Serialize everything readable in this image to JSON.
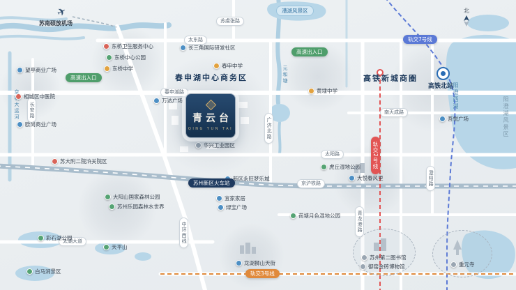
{
  "project": {
    "name": "青云台",
    "name_en": "QING YUN TAI"
  },
  "compass": "北",
  "icons": {
    "airport": "✈"
  },
  "airport_label": "苏南硕放机场",
  "area_titles": {
    "cbd": "春申湖中心商务区",
    "hsr": "高铁新城商圈"
  },
  "zone_pills": {
    "caohu": "漕湖风景区",
    "expressway_1": "高速出入口",
    "expressway_2": "高速出入口"
  },
  "stations": {
    "hsr_north": "高铁北站",
    "xinqu_railway": "苏州新区火车站"
  },
  "metro": {
    "line2": "轨交2号线",
    "line3": "轨交3号线",
    "line7": "轨交7号线"
  },
  "roads": {
    "taidong": "太东路",
    "suyuzhang": "苏虞张路",
    "chunshenhu": "春申湖路",
    "taiyang": "太阳路",
    "nantiancheng": "南天成路",
    "taihu": "太湖大道",
    "jinghu_railway": "京沪铁路",
    "changan": "长安路",
    "zhonghuanxi": "中环西线",
    "guangjibei": "广济北路",
    "qinglonggang": "青龙港路",
    "chengyang": "澄阳路"
  },
  "waters": {
    "yangcheng_west": "阳澄西湖",
    "yangcheng_scenic": "阳澄湖风景区",
    "yuanhetang": "元和塘",
    "grand_canal": "京杭大运河"
  },
  "colors": {
    "brand_navy": "#1e3a5f",
    "water_blue": "#b7d6e8",
    "metro2_red": "#e25454",
    "metro7_blue": "#5b79d6",
    "metro3_orange": "#e08a3c"
  },
  "pois": [
    {
      "label": "望亭商业广场"
    },
    {
      "label": "相城区中医院"
    },
    {
      "label": "欧尚商业广场"
    },
    {
      "label": "东桥卫生服务中心"
    },
    {
      "label": "东桥中心公园"
    },
    {
      "label": "东桥中学"
    },
    {
      "label": "长三角国际研发社区"
    },
    {
      "label": "春申中学"
    },
    {
      "label": "黄埭中学"
    },
    {
      "label": "吾悦广场"
    },
    {
      "label": "万达广场"
    },
    {
      "label": "华兴工业园区"
    },
    {
      "label": "苏大附二院浒关院区"
    },
    {
      "label": "新区永旺梦乐城"
    },
    {
      "label": "宜家家居"
    },
    {
      "label": "绿宝广场"
    },
    {
      "label": "大阳山国家森林公园"
    },
    {
      "label": "苏州乐园森林水世界"
    },
    {
      "label": "彩石湖公园"
    },
    {
      "label": "天平山"
    },
    {
      "label": "白马涧景区"
    },
    {
      "label": "龙湖狮山天街"
    },
    {
      "label": "荷塘月色湿地公园"
    },
    {
      "label": "虎丘湿地公园"
    },
    {
      "label": "大悦春风里"
    },
    {
      "label": "苏州第二图书馆"
    },
    {
      "label": "御窑金砖博物馆"
    },
    {
      "label": "重元寺"
    }
  ]
}
